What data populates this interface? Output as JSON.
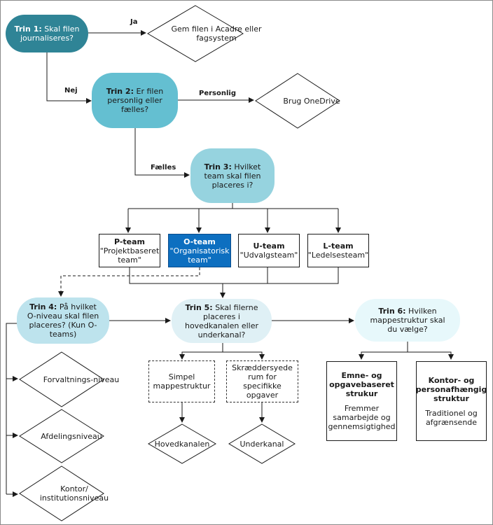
{
  "steps": {
    "trin1": {
      "label": "Trin 1:",
      "text": "Skal filen journaliseres?"
    },
    "trin2": {
      "label": "Trin 2:",
      "text": "Er filen personlig eller fælles?"
    },
    "trin3": {
      "label": "Trin 3:",
      "text": "Hvilket team skal filen placeres i?"
    },
    "trin4": {
      "label": "Trin 4:",
      "text": "På hvilket O-niveau skal filen placeres? (Kun O-teams)"
    },
    "trin5": {
      "label": "Trin 5:",
      "text": "Skal filerne placeres i hovedkanalen eller underkanal?"
    },
    "trin6": {
      "label": "Trin 6:",
      "text": "Hvilken mappestruktur skal du vælge?"
    }
  },
  "edge_labels": {
    "ja": "Ja",
    "nej": "Nej",
    "personlig": "Personlig",
    "faelles": "Fælles"
  },
  "outcomes": {
    "acadre": "Gem filen i Acadre eller fagsystem",
    "onedrive": "Brug OneDrive",
    "forvaltning": "Forvaltnings-niveau",
    "afdeling": "Afdelingsniveau",
    "kontor": "Kontor/ institutionsniveau",
    "hovedkanal": "Hovedkanalen",
    "underkanal": "Underkanal"
  },
  "teams": [
    {
      "name": "P-team",
      "desc": "\"Projektbaseret team\"",
      "selected": false
    },
    {
      "name": "O-team",
      "desc": "\"Organisatorisk team\"",
      "selected": true
    },
    {
      "name": "U-team",
      "desc": "\"Udvalgsteam\"",
      "selected": false
    },
    {
      "name": "L-team",
      "desc": "\"Ledelsesteam\"",
      "selected": false
    }
  ],
  "channel_options": {
    "simpel": "Simpel mappestruktur",
    "skraeddersyede": "Skræddersyede rum for specifikke opgaver"
  },
  "structures": [
    {
      "title": "Emne- og opgavebaseret strukur",
      "desc": "Fremmer samarbejde og gennemsigtighed"
    },
    {
      "title": "Kontor- og personafhængig struktur",
      "desc": "Traditionel og afgrænsende"
    }
  ],
  "colors": {
    "selected_team": "#0d6fc0",
    "step1": "#2f8496",
    "step2": "#64bfd1",
    "step3": "#96d3df"
  }
}
